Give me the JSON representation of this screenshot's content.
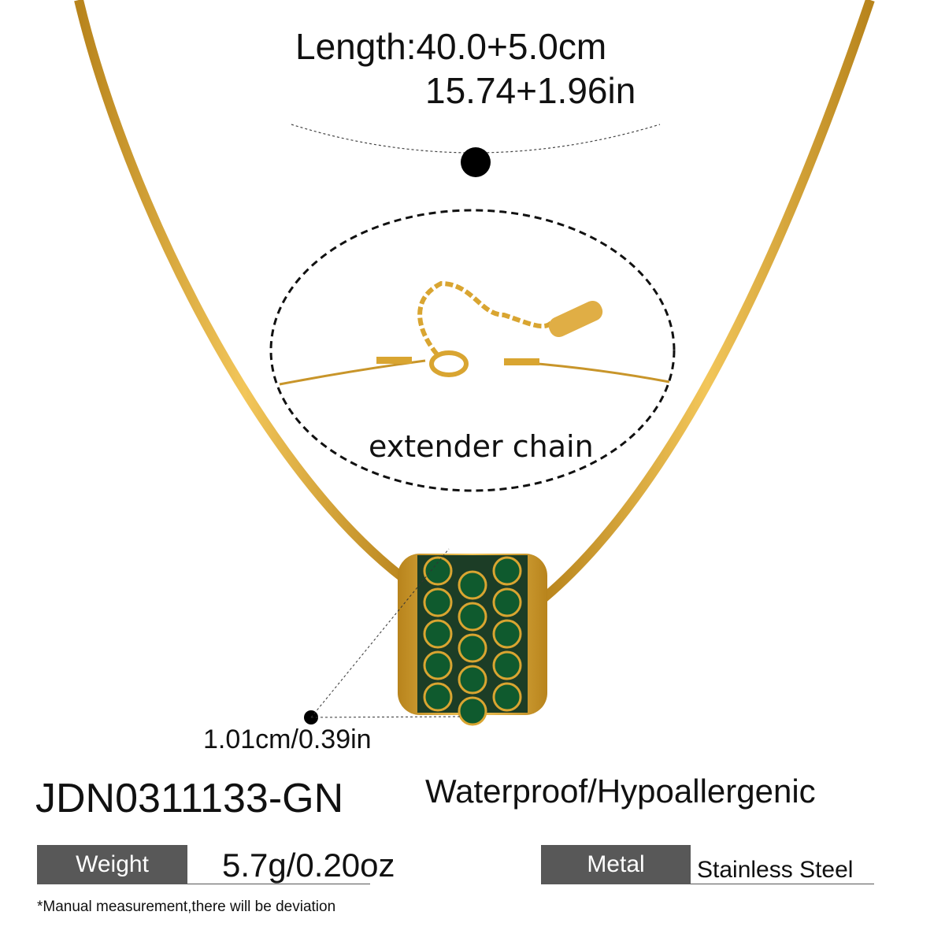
{
  "length": {
    "metric": "Length:40.0+5.0cm",
    "imperial": "15.74+1.96in"
  },
  "extender_label": "extender chain",
  "pendant_size": "1.01cm/0.39in",
  "sku": "JDN0311133-GN",
  "features": "Waterproof/Hypoallergenic",
  "specs": [
    {
      "label": "Weight",
      "value": "5.7g/0.20oz"
    },
    {
      "label": "Metal",
      "value": "Stainless Steel"
    }
  ],
  "footnote": "*Manual measurement,there will be deviation",
  "colors": {
    "gold": "#d9a531",
    "emerald": "#0f5a2e",
    "label_bg": "#585858"
  }
}
